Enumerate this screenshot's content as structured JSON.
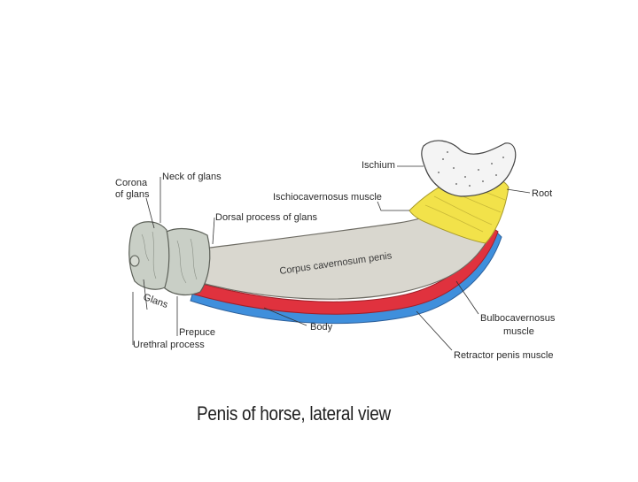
{
  "labels": {
    "corona_line1": "Corona",
    "corona_line2": "of glans",
    "neck_of_glans": "Neck of glans",
    "ischium": "Ischium",
    "root": "Root",
    "ischiocavernosus": "Ischiocavernosus muscle",
    "dorsal_process": "Dorsal process of glans",
    "corpus_cavernosum": "Corpus cavernosum penis",
    "glans": "Glans",
    "prepuce": "Prepuce",
    "urethral_process": "Urethral process",
    "body": "Body",
    "bulbocavernosus_line1": "Bulbocavernosus",
    "bulbocavernosus_line2": "muscle",
    "retractor": "Retractor penis muscle"
  },
  "caption": "Penis of horse, lateral view",
  "colors": {
    "ischium": "#f4f4f4",
    "ischiocavernosus": "#f2e24a",
    "corpus": "#d9d7cf",
    "bulbocavernosus": "#e0323e",
    "retractor": "#3f8fdc",
    "glans": "#c9cfc6"
  }
}
